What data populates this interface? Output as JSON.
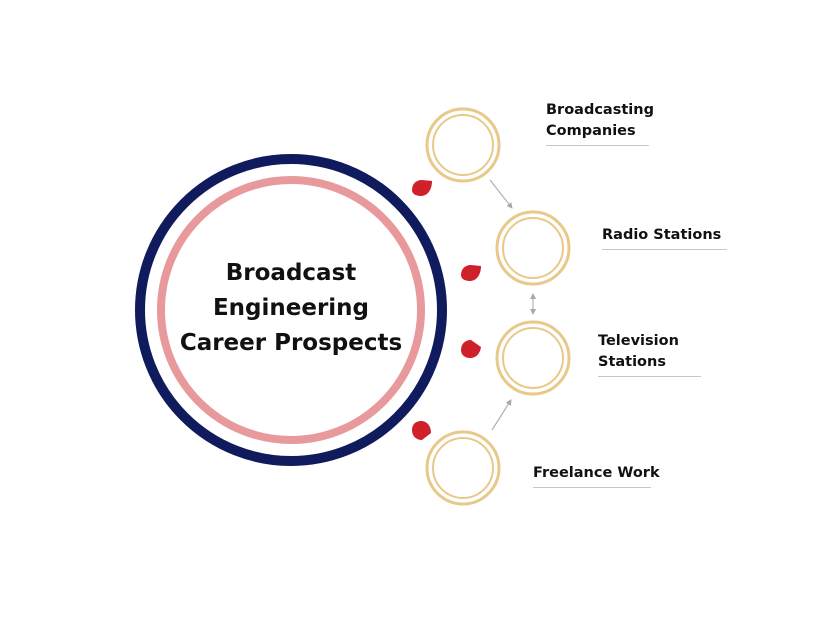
{
  "diagram": {
    "hub": {
      "title_lines": [
        "Broadcast",
        "Engineering",
        "Career Prospects"
      ]
    },
    "branches": [
      {
        "lines": [
          "Broadcasting",
          "Companies"
        ]
      },
      {
        "lines": [
          "Radio Stations"
        ]
      },
      {
        "lines": [
          "Television",
          "Stations"
        ]
      },
      {
        "lines": [
          "Freelance Work"
        ]
      }
    ]
  },
  "colors": {
    "hub_outer_ring": "#0f1b5c",
    "hub_inner_ring": "#e8999b",
    "branch_ring": "#e8c98a",
    "drop_marker": "#d0202a",
    "connector": "#b0b0b0",
    "label_underline": "#c8c8c8",
    "text": "#111111"
  },
  "icons": {
    "drop_marker": "drop-marker-icon",
    "connector_arrow": "arrow-connector-icon"
  }
}
